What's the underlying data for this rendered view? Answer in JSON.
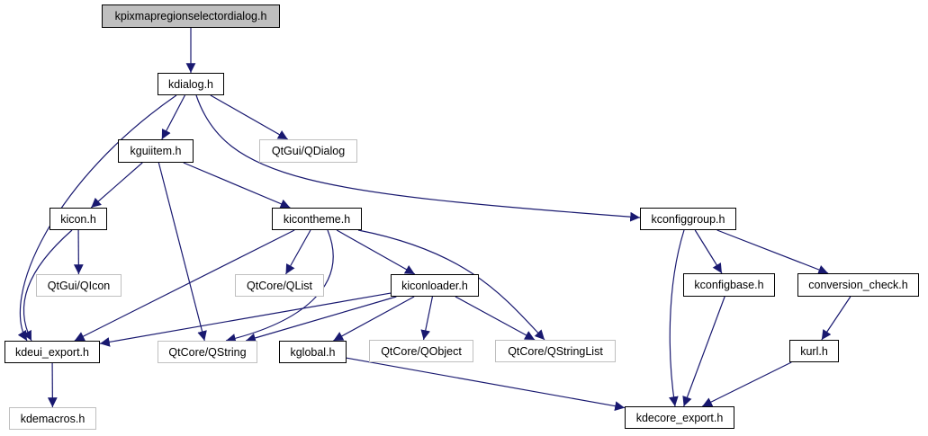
{
  "diagram": {
    "type": "include-dependency-graph",
    "edge_color": "#191970",
    "nodes": [
      {
        "id": "root",
        "label": "kpixmapregionselectordialog.h",
        "kind": "root"
      },
      {
        "id": "kdialog",
        "label": "kdialog.h",
        "kind": "documented"
      },
      {
        "id": "kguiitem",
        "label": "kguiitem.h",
        "kind": "documented"
      },
      {
        "id": "qdialog",
        "label": "QtGui/QDialog",
        "kind": "external"
      },
      {
        "id": "kicon",
        "label": "kicon.h",
        "kind": "documented"
      },
      {
        "id": "kicontheme",
        "label": "kicontheme.h",
        "kind": "documented"
      },
      {
        "id": "kconfiggroup",
        "label": "kconfiggroup.h",
        "kind": "documented"
      },
      {
        "id": "qicon",
        "label": "QtGui/QIcon",
        "kind": "external"
      },
      {
        "id": "qlist",
        "label": "QtCore/QList",
        "kind": "external"
      },
      {
        "id": "kiconloader",
        "label": "kiconloader.h",
        "kind": "documented"
      },
      {
        "id": "kconfigbase",
        "label": "kconfigbase.h",
        "kind": "documented"
      },
      {
        "id": "conversion_check",
        "label": "conversion_check.h",
        "kind": "documented"
      },
      {
        "id": "kdeui_export",
        "label": "kdeui_export.h",
        "kind": "documented"
      },
      {
        "id": "qstring",
        "label": "QtCore/QString",
        "kind": "external"
      },
      {
        "id": "kglobal",
        "label": "kglobal.h",
        "kind": "documented"
      },
      {
        "id": "qobject",
        "label": "QtCore/QObject",
        "kind": "external"
      },
      {
        "id": "qstringlist",
        "label": "QtCore/QStringList",
        "kind": "external"
      },
      {
        "id": "kurl",
        "label": "kurl.h",
        "kind": "documented"
      },
      {
        "id": "kdemacros",
        "label": "kdemacros.h",
        "kind": "external"
      },
      {
        "id": "kdecore_export",
        "label": "kdecore_export.h",
        "kind": "documented"
      }
    ],
    "edges": [
      [
        "root",
        "kdialog"
      ],
      [
        "kdialog",
        "kguiitem"
      ],
      [
        "kdialog",
        "qdialog"
      ],
      [
        "kdialog",
        "kdeui_export"
      ],
      [
        "kdialog",
        "kconfiggroup"
      ],
      [
        "kguiitem",
        "kicon"
      ],
      [
        "kguiitem",
        "kicontheme"
      ],
      [
        "kguiitem",
        "qstring"
      ],
      [
        "kicon",
        "qicon"
      ],
      [
        "kicon",
        "kdeui_export"
      ],
      [
        "kicontheme",
        "qlist"
      ],
      [
        "kicontheme",
        "kiconloader"
      ],
      [
        "kicontheme",
        "kdeui_export"
      ],
      [
        "kicontheme",
        "qstring"
      ],
      [
        "kicontheme",
        "qstringlist"
      ],
      [
        "kiconloader",
        "kdeui_export"
      ],
      [
        "kiconloader",
        "qstring"
      ],
      [
        "kiconloader",
        "kglobal"
      ],
      [
        "kiconloader",
        "qobject"
      ],
      [
        "kiconloader",
        "qstringlist"
      ],
      [
        "kconfiggroup",
        "kconfigbase"
      ],
      [
        "kconfiggroup",
        "conversion_check"
      ],
      [
        "kconfiggroup",
        "kdecore_export"
      ],
      [
        "kconfigbase",
        "kdecore_export"
      ],
      [
        "conversion_check",
        "kurl"
      ],
      [
        "kurl",
        "kdecore_export"
      ],
      [
        "kglobal",
        "kdecore_export"
      ],
      [
        "kdeui_export",
        "kdemacros"
      ]
    ]
  }
}
